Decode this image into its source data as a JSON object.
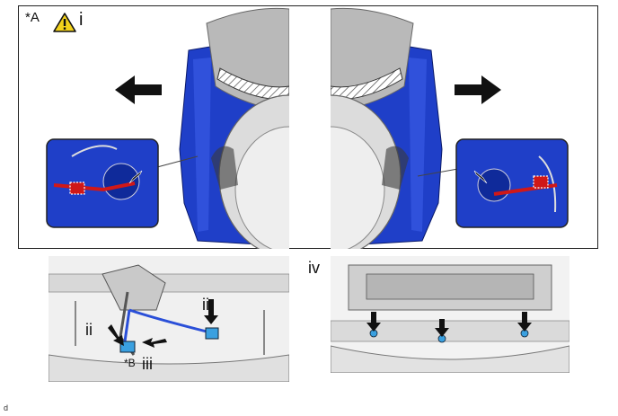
{
  "top_panel": {
    "callout_a": "*A",
    "caution_step": "i"
  },
  "bottom_left": {
    "step_ii_left": "ii",
    "step_ii_right": "ii",
    "step_iii": "iii",
    "callout_b": "*B"
  },
  "bottom_right": {
    "step_iv": "iv"
  },
  "footer": {
    "code": "d"
  },
  "colors": {
    "bumper_blue": "#1f3fc8",
    "arrow": "#111111",
    "warning_yellow": "#f2d21b",
    "connector_red": "#d01818"
  },
  "icons": [
    "warning-triangle-icon",
    "arrow-left-icon",
    "arrow-right-icon",
    "arrow-down-icon"
  ]
}
